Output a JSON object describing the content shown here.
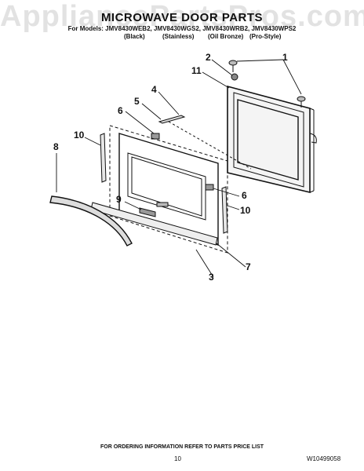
{
  "watermark": "AppliancePartsPros.com",
  "title": "MICROWAVE DOOR PARTS",
  "models_line": "For Models: JMV8430WEB2, JMV8430WGS2, JMV8430WRB2, JMV8430WPS2",
  "finishes": [
    "(Black)",
    "(Stainless)",
    "(Oil Bronze)",
    "(Pro-Style)"
  ],
  "callouts": [
    "1",
    "2",
    "11",
    "4",
    "5",
    "6",
    "10",
    "8",
    "9",
    "6",
    "10",
    "7",
    "3"
  ],
  "footer": "FOR ORDERING INFORMATION REFER TO PARTS PRICE LIST",
  "page_number": "10",
  "document_number": "W10499058"
}
